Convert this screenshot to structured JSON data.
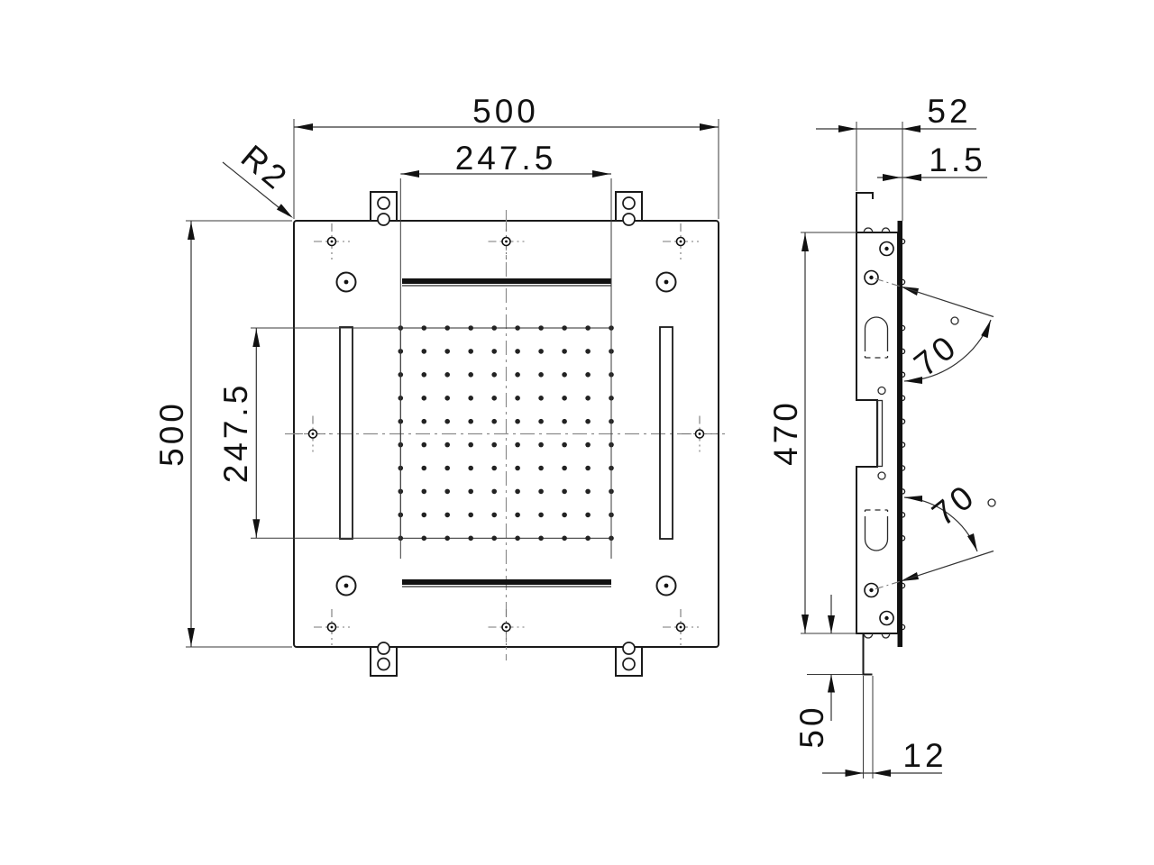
{
  "drawing": {
    "type": "technical-drawing",
    "views": {
      "front": "front-view",
      "side": "side-profile-view"
    }
  },
  "dimensions": {
    "front_width": "500",
    "front_height": "500",
    "nozzle_area_width": "247.5",
    "nozzle_area_height": "247.5",
    "corner_radius": "R2",
    "side_depth": "52",
    "face_thickness": "1.5",
    "side_height": "470",
    "spray_angle_top": "70",
    "spray_angle_bottom": "70",
    "bracket_length": "50",
    "bracket_width": "12"
  },
  "nozzle_grid": {
    "rows": 10,
    "cols": 10
  },
  "colors": {
    "line": "#1a1a1a",
    "dimension": "#333333",
    "centerline": "#8c8c8c",
    "background": "#ffffff"
  }
}
